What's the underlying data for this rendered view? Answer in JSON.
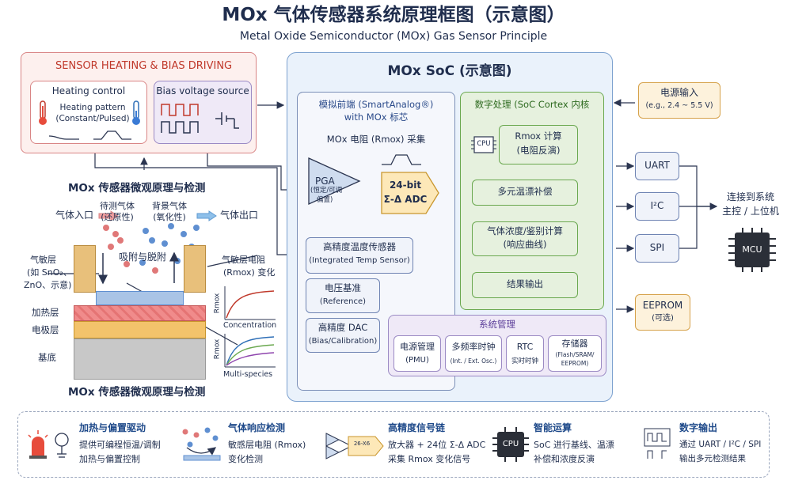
{
  "title": "MOx 气体传感器系统原理框图（示意图）",
  "subtitle": "Metal Oxide Semiconductor (MOx) Gas Sensor Principle",
  "heating": {
    "title": "SENSOR HEATING & BIAS DRIVING",
    "control_title": "Heating control",
    "pattern_line1": "Heating pattern",
    "pattern_line2": "(Constant/Pulsed)",
    "bias_title": "Bias voltage source"
  },
  "micro": {
    "title_top": "MOx 传感器微观原理与检测",
    "title_bottom": "MOx 传感器微观原理与检测",
    "gas_in": "气体入口",
    "gas_out": "气体出口",
    "target_line1": "待测气体",
    "target_line2": "(还原性)",
    "background_line1": "背景气体",
    "background_line2": "(氧化性)",
    "adsorb": "吸附与脱附",
    "sensitive_line1": "气敏层",
    "sensitive_line2": "(如 SnO₂、",
    "sensitive_line3": "ZnO、示意)",
    "resist_change_line1": "气敏层电阻",
    "resist_change_line2": "(Rmox) 变化",
    "heater_layer": "加热层",
    "electrode_layer": "电极层",
    "substrate": "基底",
    "rmox_axis": "Rmox",
    "concentration": "Concentration",
    "multispecies": "Multi-species"
  },
  "soc": {
    "title": "MOx SoC (示意图)",
    "afe_line1": "模拟前端 (SmartAnalog®)",
    "afe_line2": "with MOx 标芯",
    "rmox_sample": "MOx 电阻 (Rmox) 采集",
    "pga": "PGA",
    "pga_sub1": "(恒定/可调",
    "pga_sub2": "偏置)",
    "adc_line1": "24-bit",
    "adc_line2": "Σ-Δ ADC",
    "temp_line1": "高精度温度传感器",
    "temp_line2": "(Integrated Temp Sensor)",
    "ref_line1": "电压基准",
    "ref_line2": "(Reference)",
    "dac_line1": "高精度 DAC",
    "dac_line2": "(Bias/Calibration)",
    "digital_title": "数字处理 (SoC Cortex 内核",
    "cpu_chip": "CPU",
    "calc_line1": "Rmox 计算",
    "calc_line2": "(电阻反演)",
    "comp": "多元温漂补偿",
    "conc_line1": "气体浓度/鉴别计算",
    "conc_line2": "(响应曲线)",
    "output": "结果输出",
    "sys_title": "系统管理",
    "pmu_line1": "电源管理",
    "pmu_line2": "(PMU)",
    "clk_line1": "多频率时钟",
    "clk_line2": "(Int. / Ext. Osc.)",
    "rtc_line1": "RTC",
    "rtc_line2": "实时时钟",
    "mem_line1": "存储器",
    "mem_line2": "(Flash/SRAM/",
    "mem_line3": "EEPROM)"
  },
  "right": {
    "power_line1": "电源输入",
    "power_line2": "(e.g., 2.4 ~ 5.5 V)",
    "uart": "UART",
    "i2c": "I²C",
    "spi": "SPI",
    "host_line1": "连接到系统",
    "host_line2": "主控 / 上位机",
    "mcu": "MCU",
    "eeprom_line1": "EEPROM",
    "eeprom_line2": "(可选)"
  },
  "legend": [
    {
      "title": "加热与偏置驱动",
      "line1": "提供可编程恒温/调制",
      "line2": "加热与偏置控制",
      "icon": "heater-icon"
    },
    {
      "title": "气体响应检测",
      "line1": "敏感层电阻 (Rmox)",
      "line2": "变化检测",
      "icon": "gas-molecule-icon"
    },
    {
      "title": "高精度信号链",
      "line1": "放大器 + 24位 Σ-Δ ADC",
      "line2": "采集 Rmox 变化信号",
      "icon": "signal-chain-icon",
      "chip": "26-X6"
    },
    {
      "title": "智能运算",
      "line1": "SoC 进行基线、温漂",
      "line2": "补偿和浓度反演",
      "icon": "cpu-icon",
      "chip": "CPU"
    },
    {
      "title": "数字输出",
      "line1": "通过 UART / I²C / SPI",
      "line2": "输出多元检测结果",
      "icon": "digital-waveform-icon"
    }
  ],
  "colors": {
    "heating_border": "#d98585",
    "heating_fill": "#fdf0ee",
    "soc_fill": "#eaf2fb",
    "soc_border": "#7ca1cf",
    "digital_fill": "#e6f1de",
    "digital_border": "#6aa84f",
    "sensitive_layer": "#a9c4e6",
    "heater_layer": "#f08b8b",
    "electrode_layer": "#f3c36b",
    "substrate": "#c8c8c8",
    "title_navy": "#1f2d4d"
  }
}
